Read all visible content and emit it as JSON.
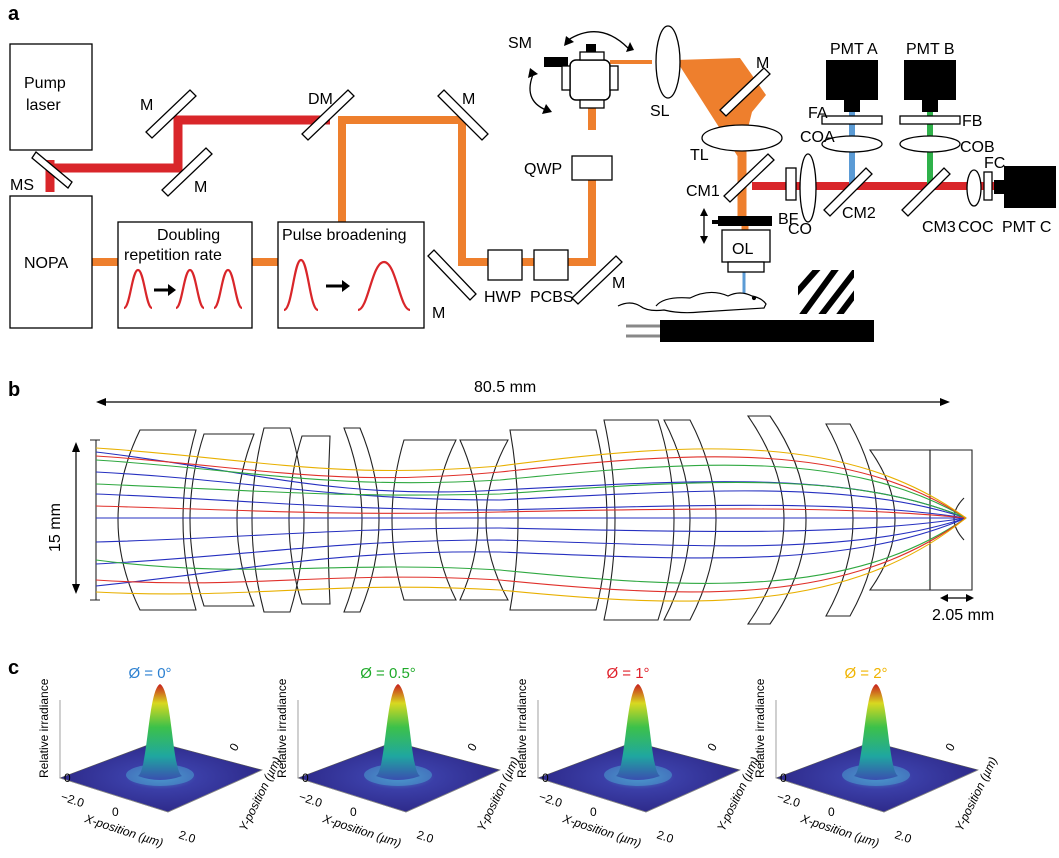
{
  "panels": {
    "a": "a",
    "b": "b",
    "c": "c"
  },
  "setup": {
    "pump_laser": [
      "Pump",
      "laser"
    ],
    "ms": "MS",
    "nopa": "NOPA",
    "doubling": [
      "Doubling",
      "repetition rate"
    ],
    "pulse_broadening": "Pulse broadening",
    "m": "M",
    "dm": "DM",
    "hwp": "HWP",
    "pcbs": "PCBS",
    "qwp": "QWP",
    "sm": "SM",
    "sl": "SL",
    "tl": "TL",
    "cm1": "CM1",
    "bf": "BF",
    "co": "CO",
    "ol": "OL",
    "cm2": "CM2",
    "cm3": "CM3",
    "coc": "COC",
    "pmt_c": "PMT C",
    "fc": "FC",
    "pmt_a": "PMT A",
    "pmt_b": "PMT B",
    "fa": "FA",
    "fb": "FB",
    "coa": "COA",
    "cob": "COB"
  },
  "lens_design": {
    "length": "80.5 mm",
    "height": "15 mm",
    "working_distance": "2.05 mm"
  },
  "psf": {
    "ylabel": "Relative irradiance",
    "xlabel": "X-position (µm)",
    "ylabel2": "Y-position (µm)",
    "ticks": {
      "xneg": "−2.0",
      "zero": "0",
      "xpos": "2.0",
      "z0": "0"
    },
    "plots": [
      {
        "label": "Ø = 0°",
        "color": "#2a7fd0"
      },
      {
        "label": "Ø = 0.5°",
        "color": "#1faa2a"
      },
      {
        "label": "Ø = 1°",
        "color": "#e0202a"
      },
      {
        "label": "Ø = 2°",
        "color": "#f0b400"
      }
    ]
  },
  "colors": {
    "red_beam": "#d9262a",
    "orange_beam": "#ee7f2d",
    "blue_beam": "#5b9bd5",
    "green_beam": "#2fb14a"
  }
}
